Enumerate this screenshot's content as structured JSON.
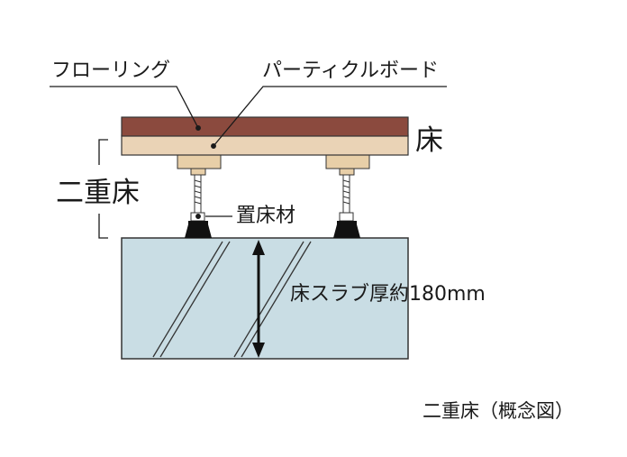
{
  "labels": {
    "flooring": "フローリング",
    "particle_board": "パーティクルボード",
    "floor": "床",
    "double_floor": "二重床",
    "support_post": "置床材",
    "slab_thickness": "床スラブ厚約180mm",
    "caption": "二重床（概念図）"
  },
  "colors": {
    "flooring": "#8b4a3e",
    "particle_board": "#ead3b6",
    "pad": "#e8cfa8",
    "slab": "#c9dde4",
    "ink": "#1a1a1a"
  }
}
